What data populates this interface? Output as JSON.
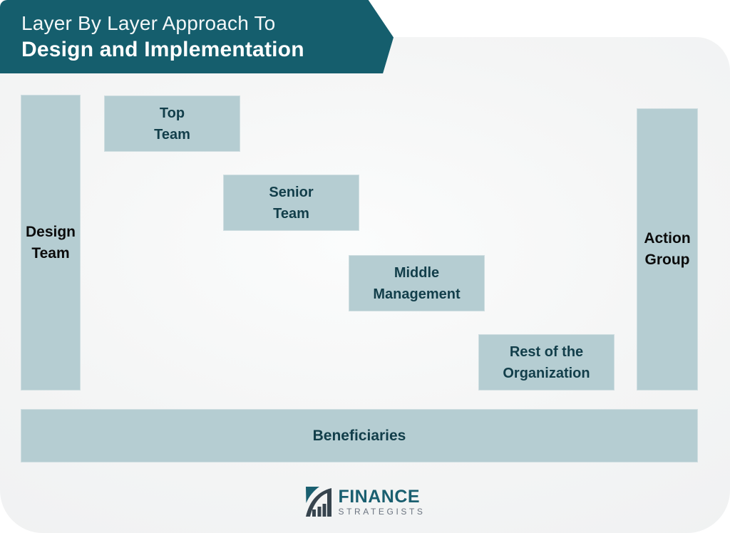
{
  "header": {
    "title_line1": "Layer By Layer Approach To",
    "title_line2": "Design and Implementation"
  },
  "diagram": {
    "left_bar": {
      "line1": "Design",
      "line2": "Team"
    },
    "right_bar": {
      "line1": "Action",
      "line2": "Group"
    },
    "steps": [
      {
        "name": "top-team",
        "line1": "Top",
        "line2": "Team"
      },
      {
        "name": "senior-team",
        "line1": "Senior",
        "line2": "Team"
      },
      {
        "name": "middle-management",
        "line1": "Middle",
        "line2": "Management"
      },
      {
        "name": "rest-of-the-organization",
        "line1": "Rest of the",
        "line2": "Organization"
      }
    ],
    "bottom_bar": {
      "label": "Beneficiaries"
    }
  },
  "footer": {
    "logo": {
      "icon": "finance-strategists-logo-icon",
      "name_text": "FINANCE",
      "sub_text": "STRATEGISTS"
    }
  },
  "colors": {
    "banner_teal": "#155E6D",
    "box_fill": "#B5CDD2",
    "box_text": "#123E4A",
    "side_bar_text": "#0B0B0B",
    "panel_background": "#F2F2F2",
    "logo_teal": "#1A5F70",
    "logo_gray": "#6B7480",
    "logo_slate": "#37444E"
  }
}
